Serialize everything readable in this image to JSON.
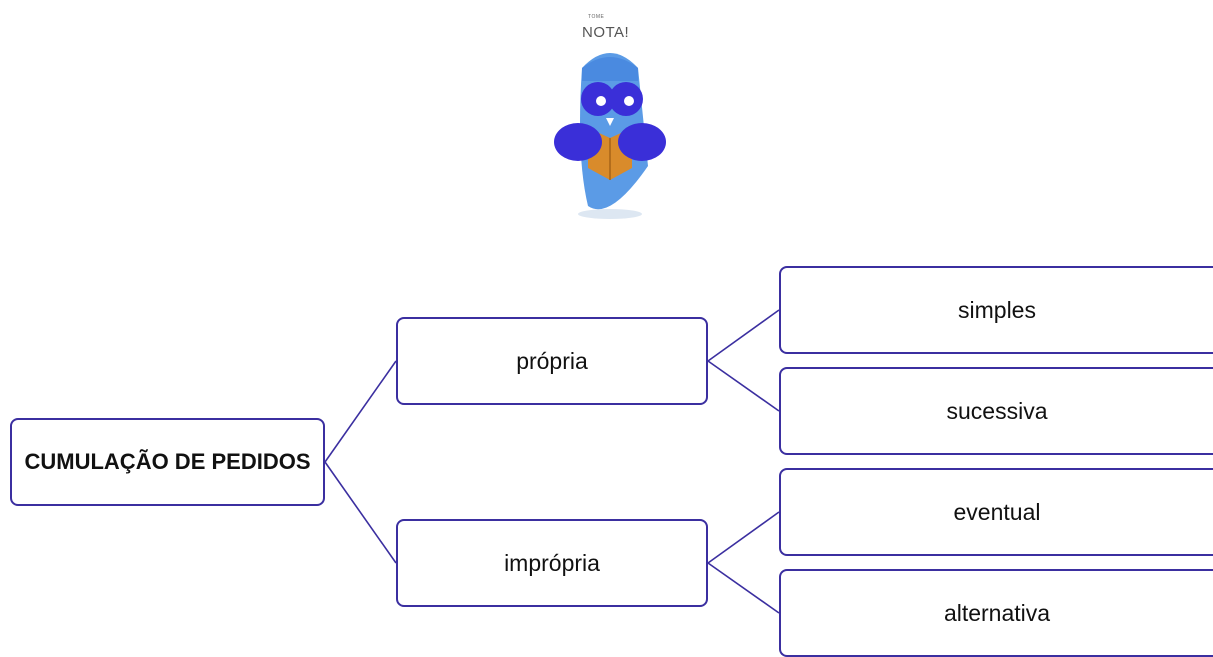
{
  "logo": {
    "small_text": "TOME",
    "main_text": "NOTA!"
  },
  "diagram": {
    "root": {
      "label": "CUMULAÇÃO DE PEDIDOS"
    },
    "branches": [
      {
        "label": "própria",
        "children": [
          {
            "label": "simples"
          },
          {
            "label": "sucessiva"
          }
        ]
      },
      {
        "label": "imprópria",
        "children": [
          {
            "label": "eventual"
          },
          {
            "label": "alternativa"
          }
        ]
      }
    ]
  },
  "colors": {
    "border": "#3b2fa0",
    "owl_body": "#5b9be6",
    "owl_dark": "#3a2fd8",
    "book": "#d98b2b"
  }
}
